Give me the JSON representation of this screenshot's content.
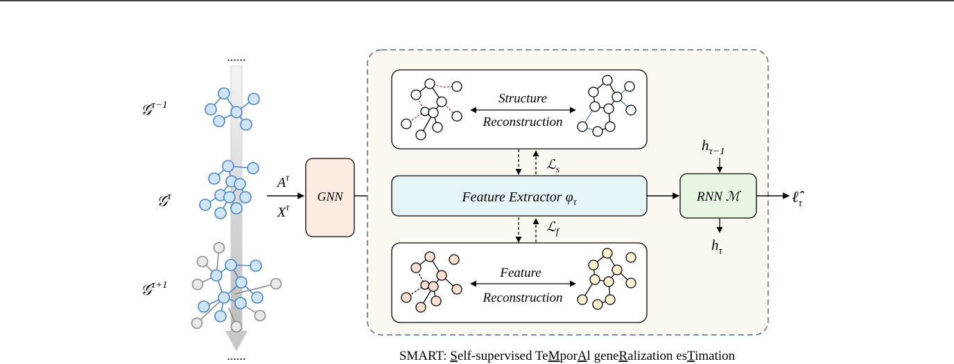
{
  "left_column": {
    "top_dots": "......",
    "bottom_dots": "......",
    "graph_labels": {
      "prev": {
        "base": "𝒢",
        "sup": "τ−1"
      },
      "curr": {
        "base": "𝒢",
        "sup": "τ"
      },
      "next": {
        "base": "𝒢",
        "sup": "τ+1"
      }
    }
  },
  "inputs": {
    "adj": {
      "base": "A",
      "sup": "τ"
    },
    "feat": {
      "base": "X",
      "sup": "τ"
    }
  },
  "gnn": {
    "label": "GNN"
  },
  "structure_box": {
    "line1": "Structure",
    "line2": "Reconstruction"
  },
  "feature_box": {
    "line1": "Feature",
    "line2": "Reconstruction"
  },
  "extractor": {
    "label": "Feature Extractor φ",
    "sub": "τ"
  },
  "losses": {
    "structure": {
      "base": "ℒ",
      "sub": "s"
    },
    "feature": {
      "base": "ℒ",
      "sub": "f"
    }
  },
  "rnn": {
    "label": "RNN ℳ"
  },
  "hidden": {
    "prev": {
      "base": "h",
      "sub": "τ−1"
    },
    "curr": {
      "base": "h",
      "sub": "τ"
    }
  },
  "output": {
    "base": "ℓ̂",
    "sub": "τ"
  },
  "caption": {
    "parts": [
      {
        "text": "SMART: ",
        "u": false
      },
      {
        "text": "S",
        "u": true
      },
      {
        "text": "elf-supervised Te",
        "u": false
      },
      {
        "text": "M",
        "u": true
      },
      {
        "text": "por",
        "u": false
      },
      {
        "text": "A",
        "u": true
      },
      {
        "text": "l gene",
        "u": false
      },
      {
        "text": "R",
        "u": true
      },
      {
        "text": "alization es",
        "u": false
      },
      {
        "text": "T",
        "u": true
      },
      {
        "text": "imation",
        "u": false
      }
    ]
  },
  "colors": {
    "blue_node": "#cfe5f7",
    "blue_stroke": "#4a86c5",
    "gray_node": "#e9e9e9",
    "gray_stroke": "#8c8c8c",
    "peach_node": "#fbe0d2",
    "cream_node": "#fdf1d0",
    "gnn_fill": "#fcebe0",
    "extractor_fill": "#e5f5f8",
    "rnn_fill": "#e7f6e3",
    "outer_fill": "#fbf8f2",
    "red_dash": "#c0392b"
  }
}
